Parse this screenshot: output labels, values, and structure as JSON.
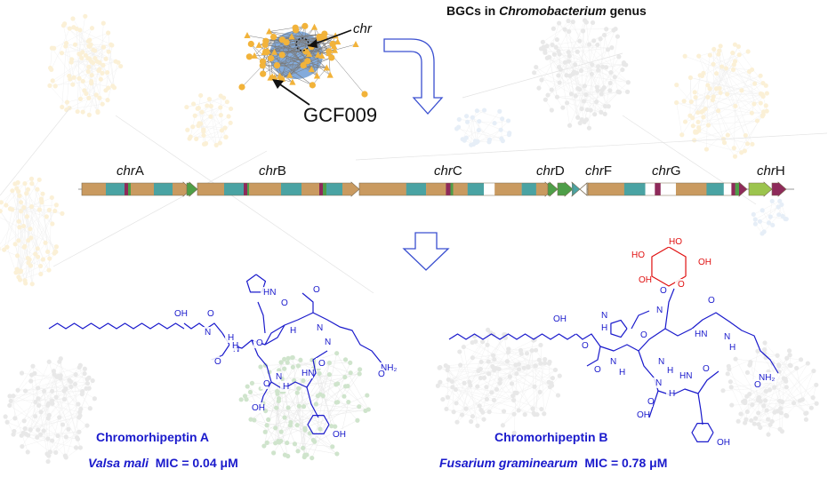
{
  "title": {
    "prefix": "BGCs in ",
    "genus": "Chromobacterium",
    "suffix": " genus"
  },
  "network": {
    "chr_label": "chr",
    "gcf_label": "GCF009"
  },
  "genes": [
    {
      "italic": "chr",
      "letter": "A"
    },
    {
      "italic": "chr",
      "letter": "B"
    },
    {
      "italic": "chr",
      "letter": "C"
    },
    {
      "italic": "chr",
      "letter": "D"
    },
    {
      "italic": "chr",
      "letter": "F"
    },
    {
      "italic": "chr",
      "letter": "G"
    },
    {
      "italic": "chr",
      "letter": "H"
    }
  ],
  "compounds": [
    {
      "name": "Chromorhipeptin A",
      "organism": "Valsa mali",
      "mic": "MIC = 0.04 μM"
    },
    {
      "name": "Chromorhipeptin B",
      "organism": "Fusarium graminearum",
      "mic": "MIC = 0.78 μM"
    }
  ],
  "atoms_a": [
    "OH",
    "O",
    "N",
    "H",
    "N",
    "HN",
    "O",
    "O",
    "O",
    "O",
    "N",
    "H",
    "NH₂",
    "O",
    "HN",
    "O",
    "N",
    "H",
    "O",
    "OH",
    "OH",
    "H",
    "N"
  ],
  "atoms_b": [
    "HO",
    "OH",
    "HO",
    "OH",
    "O",
    "O",
    "OH",
    "N",
    "H",
    "N",
    "HN",
    "O",
    "N",
    "H",
    "O",
    "O",
    "N",
    "H",
    "O",
    "N",
    "H",
    "NH₂",
    "O",
    "HN",
    "O",
    "N",
    "H",
    "O",
    "OH",
    "OH"
  ],
  "colors": {
    "tan": "#c99a60",
    "teal": "#4aa3a3",
    "maroon": "#8e2a5a",
    "green": "#4e9e48",
    "lightgreen": "#9cc44e",
    "blue": "#1a1acc",
    "red": "#e01010",
    "node_orange": "#f2b33a",
    "node_blue": "#5b8fcf",
    "node_grey": "#bfbfbf",
    "node_green": "#a9cfa4",
    "node_faint": "#f4d78d"
  }
}
